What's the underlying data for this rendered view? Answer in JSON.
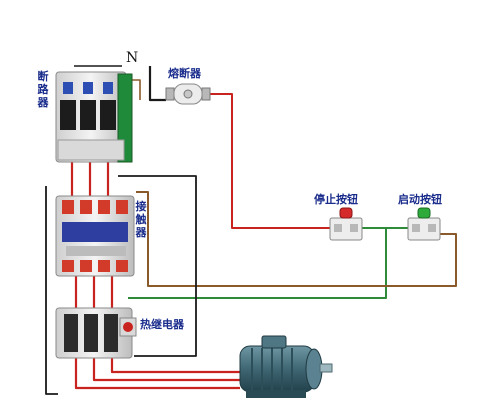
{
  "labels": {
    "breaker": "断路器",
    "neutral": "N",
    "fuse": "熔断器",
    "stop_button": "停止按钮",
    "start_button": "启动按钮",
    "contactor": "接触器",
    "thermal_relay": "热继电器"
  },
  "colors": {
    "label_blue": "#1a2c8c",
    "wire_red": "#c8231f",
    "wire_green": "#2e8b3a",
    "wire_black": "#1a1a1a",
    "wire_brown": "#8b5a2b",
    "stop_cap": "#d52a2a",
    "start_cap": "#2eaa3a",
    "motor_body": "#3f6673"
  },
  "icons": [
    "circuit-breaker-icon",
    "fuse-icon",
    "contactor-icon",
    "thermal-relay-icon",
    "stop-button-icon",
    "start-button-icon",
    "motor-icon"
  ]
}
